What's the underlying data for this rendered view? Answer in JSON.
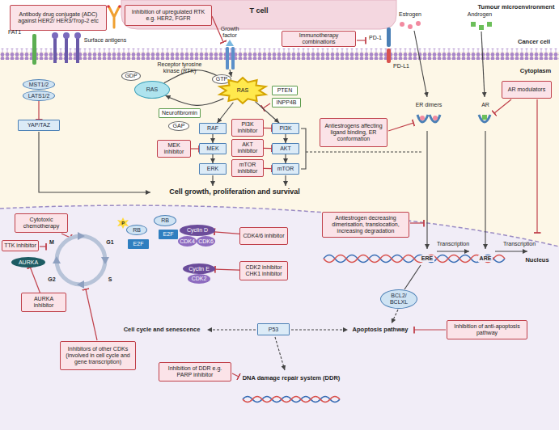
{
  "diagram": {
    "nodes": [
      {
        "text": [
          "Antibody drug conjugate (ADC) against HER2/ HER3/Trop-2 etc"
        ]
      },
      {
        "text": [
          "Inhibition of upregulated RTK e.g. HER2, FGFR"
        ]
      },
      {
        "text": [
          "Immunotherapy combinations"
        ]
      },
      {
        "text": [
          "MST1/2"
        ]
      },
      {
        "text": [
          "LATS1/2"
        ]
      },
      {
        "text": [
          "YAP/TAZ"
        ]
      },
      {
        "text": [
          "GDP"
        ]
      },
      {
        "text": [
          "RAS"
        ]
      },
      {
        "text": [
          "GTP"
        ]
      },
      {
        "text": [
          "RAS"
        ]
      },
      {
        "text": [
          "Neurofibromin"
        ]
      },
      {
        "text": [
          "GAP"
        ]
      },
      {
        "text": [
          "PTEN"
        ]
      },
      {
        "text": [
          "INPP4B"
        ]
      },
      {
        "text": [
          "RAF"
        ]
      },
      {
        "text": [
          "PI3K inhibitor"
        ]
      },
      {
        "text": [
          "PI3K"
        ]
      },
      {
        "text": [
          "MEK inhibitor"
        ]
      },
      {
        "text": [
          "MEK"
        ]
      },
      {
        "text": [
          "AKT inhibitor"
        ]
      },
      {
        "text": [
          "AKT"
        ]
      },
      {
        "text": [
          "ERK"
        ]
      },
      {
        "text": [
          "mTOR inhibitor"
        ]
      },
      {
        "text": [
          "mTOR"
        ]
      },
      {
        "text": [
          "Antiestrogens affecting ligand binding, ER conformation"
        ]
      },
      {
        "text": [
          "AR modulators"
        ]
      },
      {
        "text": [
          "Antiestrogen decreasing dimerisation, translocation, increasing degradation"
        ]
      },
      {
        "text": [
          "Cytotoxic chemotherapy"
        ]
      },
      {
        "text": [
          "TTK inhibitor"
        ]
      },
      {
        "text": [
          "AURKA"
        ]
      },
      {
        "text": [
          "AURKA inhibitor"
        ]
      },
      {
        "text": [
          "RB"
        ]
      },
      {
        "text": [
          "RB"
        ]
      },
      {
        "text": [
          "E2F"
        ]
      },
      {
        "text": [
          "E2F"
        ]
      },
      {
        "text": [
          "Cyclin D"
        ]
      },
      {
        "text": [
          "CDK4"
        ]
      },
      {
        "text": [
          "CDK6"
        ]
      },
      {
        "text": [
          "CDK4/6 inhibitor"
        ]
      },
      {
        "text": [
          "Cyclin E"
        ]
      },
      {
        "text": [
          "CDK2"
        ]
      },
      {
        "text": [
          "CDK2 inhibitor CHK1 inhibitor"
        ]
      },
      {
        "text": [
          "Inhibitors of other CDKs (involved in cell cycle and gene transcription)"
        ]
      },
      {
        "text": [
          "BCL2/ BCLXL"
        ]
      },
      {
        "text": [
          "P53"
        ]
      },
      {
        "text": [
          "Inhibition of anti-apoptosis pathway"
        ]
      },
      {
        "text": [
          "Inhibition of DDR e.g. PARP inhibitor"
        ]
      }
    ],
    "edges": [
      {
        "from": 4,
        "to": 5,
        "arrow": "to"
      },
      {
        "from": 7,
        "to": 9,
        "arrow": "to"
      },
      {
        "from": 9,
        "to": 7,
        "arrow": "to"
      },
      {
        "from": 9,
        "to": 14,
        "arrow": "to"
      },
      {
        "from": 9,
        "to": 16,
        "arrow": "to"
      },
      {
        "from": 14,
        "to": 18,
        "arrow": "to"
      },
      {
        "from": 18,
        "to": 21,
        "arrow": "to"
      },
      {
        "from": 16,
        "to": 20,
        "arrow": "to"
      },
      {
        "from": 20,
        "to": 23,
        "arrow": "to"
      },
      {
        "from": 17,
        "to": 18,
        "arrow": "to"
      },
      {
        "from": 15,
        "to": 16,
        "arrow": "to"
      },
      {
        "from": 19,
        "to": 20,
        "arrow": "to"
      },
      {
        "from": 22,
        "to": 23,
        "arrow": "to"
      },
      {
        "from": 38,
        "to": 35,
        "arrow": "to"
      },
      {
        "from": 41,
        "to": 39,
        "arrow": "to"
      },
      {
        "from": 30,
        "to": 29,
        "arrow": "to"
      }
    ],
    "labels": [
      "T cell",
      "Tumour microenvironment",
      "Cancer cell",
      "Cytoplasm",
      "Nucleus",
      "FAT1",
      "Surface antigens",
      "Receptor tyrosine kinase (RTK)",
      "Growth factor",
      "PD-1",
      "PD-L1",
      "Estrogen",
      "Androgen",
      "ER dimers",
      "AR",
      "Cell growth, proliferation and survival",
      "ERE",
      "ARE",
      "Transcription",
      "Transcription",
      "G1",
      "S",
      "G2",
      "M",
      "P",
      "Cell cycle and senescence",
      "Apoptosis pathway",
      "DNA damage repair system (DDR)"
    ]
  }
}
